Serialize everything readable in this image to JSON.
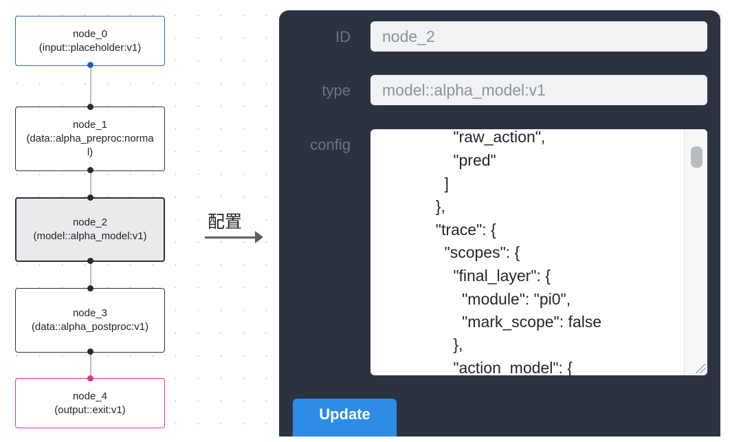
{
  "graph": {
    "nodes": [
      {
        "line1": "node_0",
        "line2": "(input::placeholder:v1)"
      },
      {
        "line1": "node_1",
        "line2": "(data::alpha_preproc:normal)"
      },
      {
        "line1": "node_2",
        "line2": "(model::alpha_model:v1)"
      },
      {
        "line1": "node_3",
        "line2": "(data::alpha_postproc:v1)"
      },
      {
        "line1": "node_4",
        "line2": "(output::exit:v1)"
      }
    ]
  },
  "arrow_label": "配置",
  "form": {
    "id_label": "ID",
    "id_value": "node_2",
    "type_label": "type",
    "type_value": "model::alpha_model:v1",
    "config_label": "config",
    "config_lines": [
      "      \"raw_action\",",
      "      \"pred\"",
      "    ]",
      "  },",
      "  \"trace\": {",
      "    \"scopes\": {",
      "      \"final_layer\": {",
      "        \"module\": \"pi0\",",
      "        \"mark_scope\": false",
      "      },",
      "      \"action_model\": {"
    ],
    "update_label": "Update"
  }
}
